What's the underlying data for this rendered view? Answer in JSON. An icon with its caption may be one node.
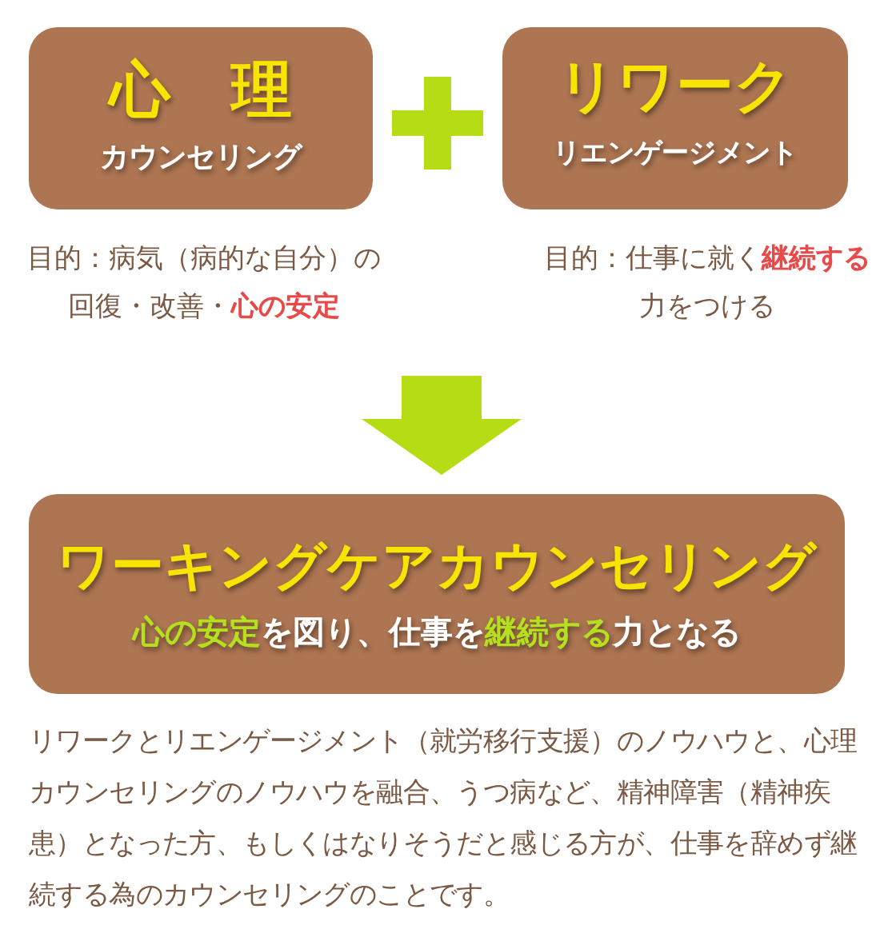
{
  "diagram": {
    "nodes": [
      {
        "text": [
          "心　理",
          "カウンセリング"
        ],
        "beside": [
          "目的：病気（病的な自分）の回復・改善・**心の安定**"
        ]
      },
      {
        "text": [
          "リワーク",
          "リエンゲージメント"
        ],
        "beside": [
          "目的：仕事に就く**継続する**力をつける"
        ]
      },
      {
        "text": [
          "ワーキングケアカウンセリング",
          "**心の安定**を図り、仕事を**継続する**力となる"
        ]
      }
    ],
    "edges": [
      {
        "from": null,
        "to": 2,
        "arrow": "to"
      }
    ],
    "labels": [
      "リワークとリエンゲージメント（就労移行支援）のノウハウと、心理カウンセリングのノウハウを融合、うつ病など、精神障害（精神疾患）となった方、もしくはなりそうだと感じる方が、仕事を辞めず継続する為のカウンセリングのことです。"
    ]
  }
}
